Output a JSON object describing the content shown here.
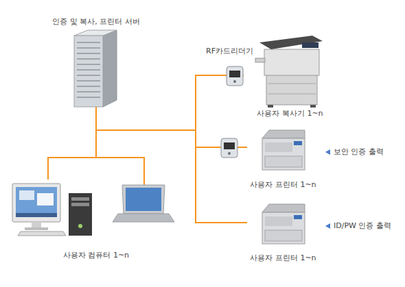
{
  "diagram": {
    "nodes": [
      {
        "text": [
          "인증 및 복사, 프린터 서버"
        ]
      },
      {
        "text": [
          "사용자 복사기 1~n"
        ]
      },
      {
        "text": [
          "사용자 프린터 1~n"
        ]
      },
      {
        "text": [
          "사용자 프린터 1~n"
        ]
      },
      {
        "text": [
          "사용자 컴퓨터 1~n"
        ]
      }
    ],
    "edges": [
      {
        "from": 0,
        "to": 1,
        "arrow": "none"
      },
      {
        "from": 0,
        "to": 2,
        "arrow": "none"
      },
      {
        "from": 0,
        "to": 3,
        "arrow": "none"
      },
      {
        "from": 0,
        "to": 4,
        "arrow": "none"
      }
    ],
    "labels": [
      "RF카드리더기",
      "보안 인증 출력",
      "ID/PW 인증 출력"
    ]
  }
}
